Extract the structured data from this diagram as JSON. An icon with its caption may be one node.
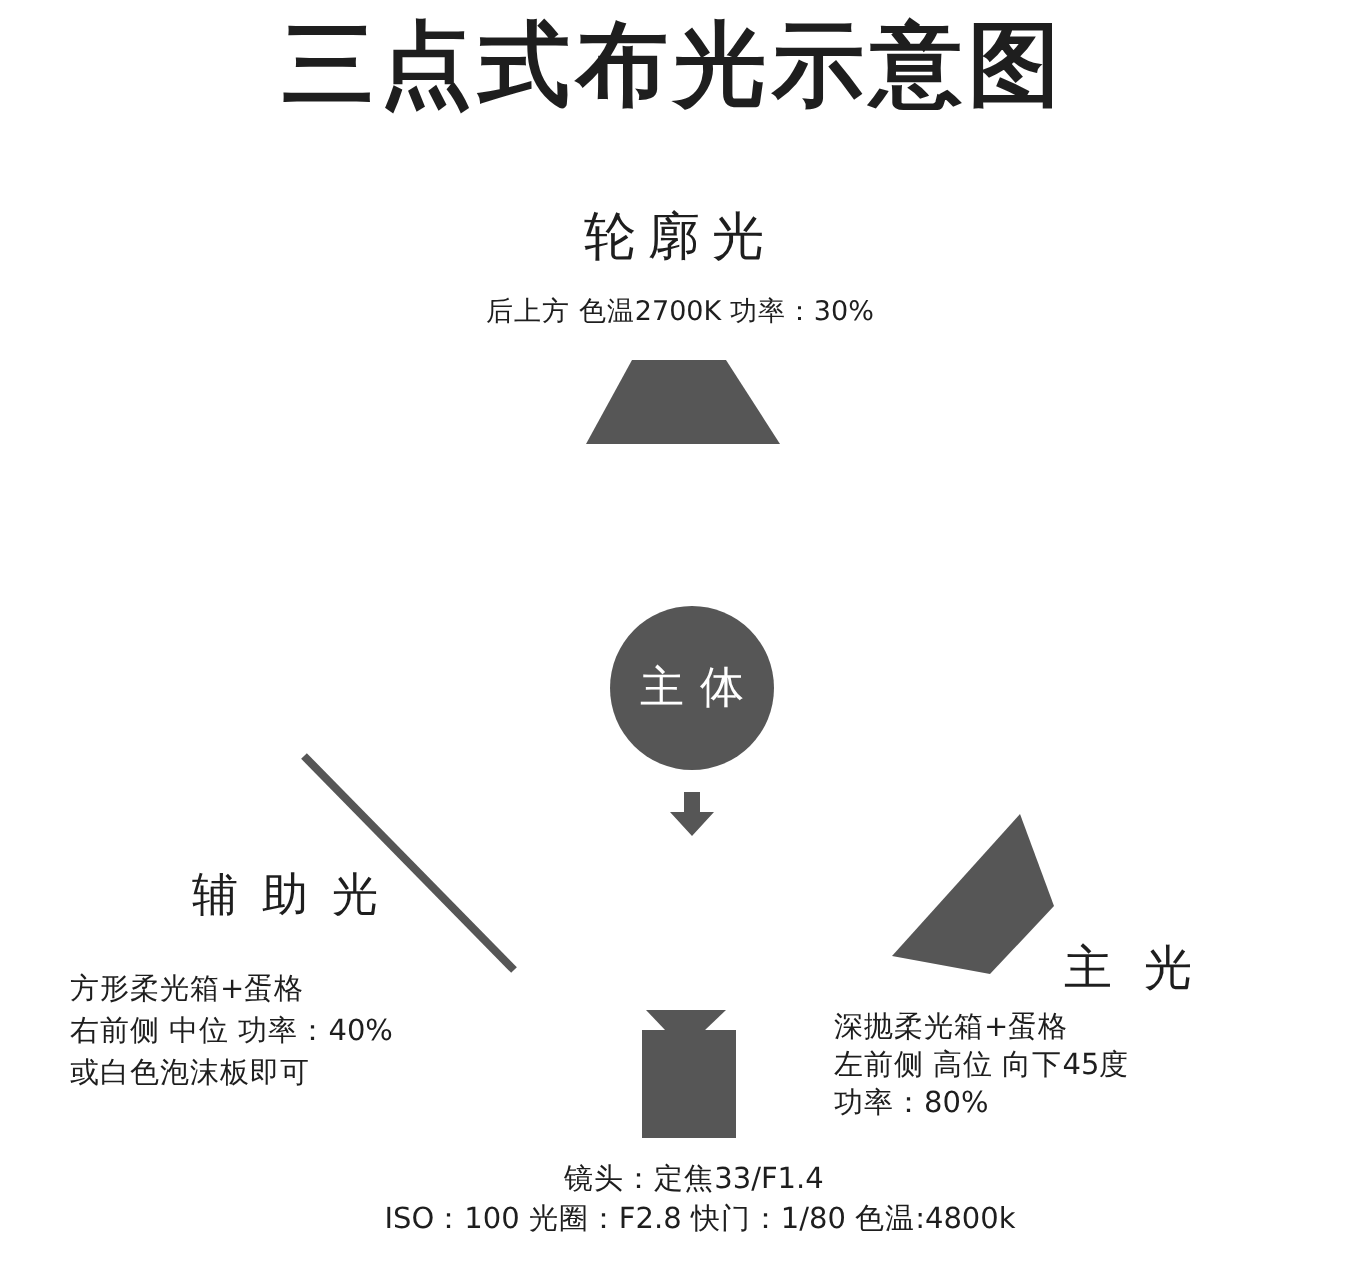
{
  "diagram": {
    "title": "三点式布光示意图",
    "nodes": [
      {
        "text": [
          "轮廓光",
          "后上方 色温2700K 功率：30%"
        ]
      },
      {
        "text": [
          "主体"
        ]
      },
      {
        "text": [
          "辅助光",
          "方形柔光箱+蛋格",
          "右前侧 中位 功率：40%",
          "或白色泡沫板即可"
        ]
      },
      {
        "text": [
          "主光",
          "深抛柔光箱+蛋格",
          "左前侧 高位 向下45度",
          "功率：80%"
        ]
      },
      {
        "text": [],
        "shape": "camera",
        "beside": [
          "镜头：定焦33/F1.4",
          "ISO：100 光圈：F2.8 快门：1/80 色温:4800k"
        ]
      }
    ]
  }
}
